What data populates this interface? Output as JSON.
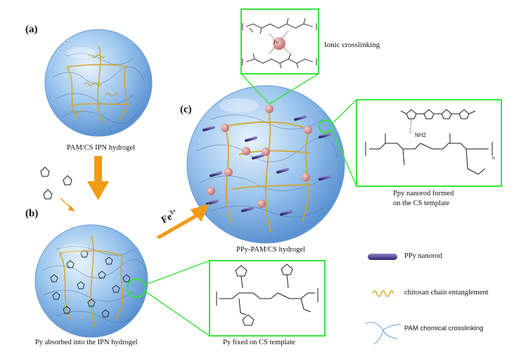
{
  "panels": {
    "a": {
      "label": "(a)",
      "caption": "PAM/CS IPN hydrogel"
    },
    "b": {
      "label": "(b)",
      "caption": "Py absorbed into the IPN hydrogel"
    },
    "c": {
      "label": "(c)",
      "caption": "PPy-PAM/CS hydrogel"
    }
  },
  "arrows": {
    "oxidant": "Fe",
    "oxidant_charge": "3+"
  },
  "insets": {
    "ionic": {
      "title": "Ionic crosslinking",
      "ion_label": "Fe"
    },
    "nanorod": {
      "line1": "Ppy nanorod formed",
      "line2": "on the CS template",
      "nh2": "NH2",
      "n": "n"
    },
    "py_fixed": {
      "caption": "Py fixed on CS template"
    }
  },
  "legend": {
    "ppy": "PPy nanorod",
    "chitosan": "chitosan chain entanglement",
    "pam": "PAM chomical crosslinking"
  },
  "colors": {
    "inset_border": "#38e33a",
    "arrow": "#f29b16",
    "sphere": "#7fb3e8",
    "chitosan": "#d4a52a",
    "ppy": "#5a4a9e",
    "fe_ball": "#d98a8a"
  }
}
